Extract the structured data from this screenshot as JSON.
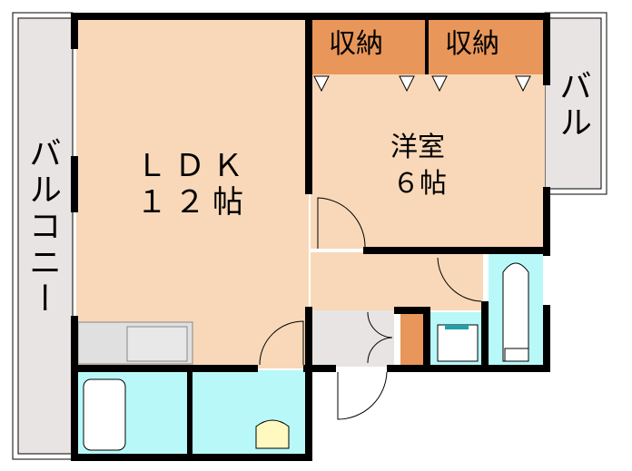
{
  "rooms": {
    "ldk": {
      "name": "ＬＤＫ",
      "size": "１２帖"
    },
    "western": {
      "name": "洋室",
      "size": "６帖"
    },
    "storage_1": {
      "name": "収納"
    },
    "storage_2": {
      "name": "収納"
    },
    "balcony_left": {
      "name": "バルコニー"
    },
    "balcony_right": {
      "name": "バル"
    }
  },
  "colors": {
    "floor": "#f8d8b8",
    "storage": "#e8965a",
    "wet_area": "#b8f8f8",
    "balcony": "#e8e4e4",
    "entry": "#e8e4e4",
    "wall": "#000000"
  }
}
